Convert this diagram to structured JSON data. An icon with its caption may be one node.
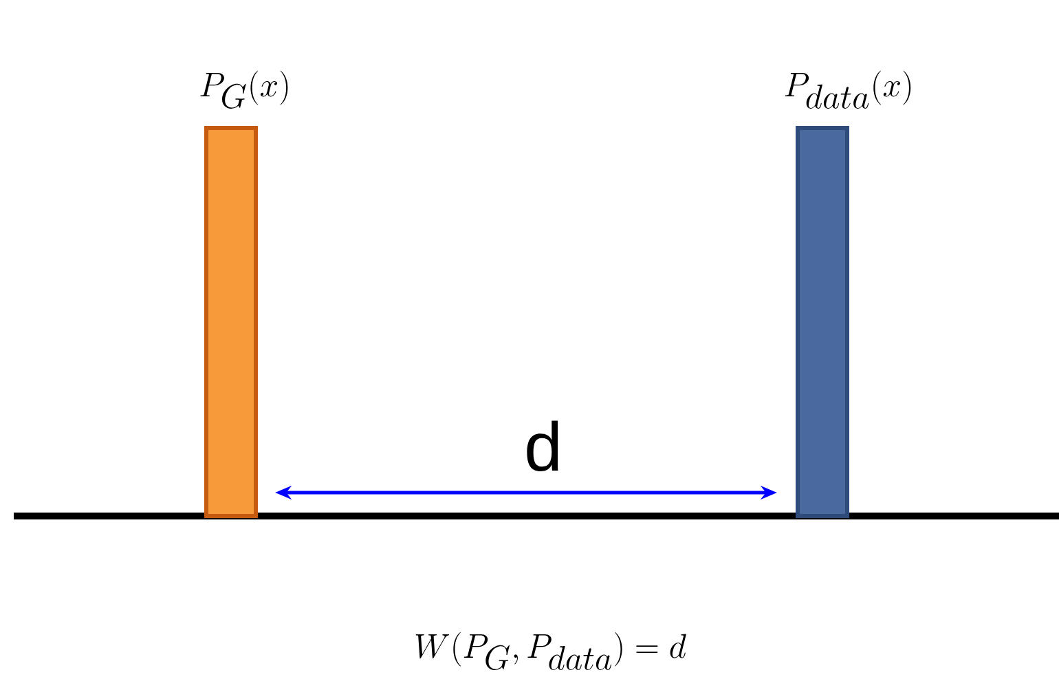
{
  "diagram": {
    "caption": "W(P_G, P_{data}) = d",
    "nodes": [
      {
        "text": [
          "P_G(x)"
        ]
      },
      {
        "text": [
          "P_{data}(x)"
        ]
      }
    ],
    "labels": [
      "d"
    ]
  }
}
